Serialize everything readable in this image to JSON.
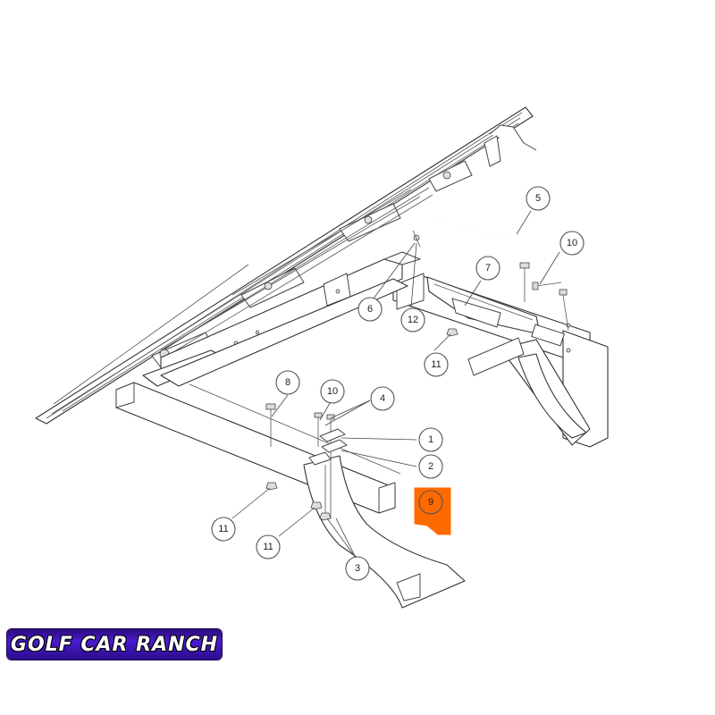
{
  "diagram": {
    "highlight_color": "#ff6a00",
    "callouts": {
      "c1": "1",
      "c2": "2",
      "c3": "3",
      "c4": "4",
      "c5": "5",
      "c6": "6",
      "c7": "7",
      "c8": "8",
      "c9": "9",
      "c10a": "10",
      "c10b": "10",
      "c11a": "11",
      "c11b": "11",
      "c11c": "11",
      "c12": "12"
    }
  },
  "logo": {
    "text": "GOLF CAR RANCH",
    "colors": [
      "#2a0a7a",
      "#4b1bd0",
      "#ffffff"
    ]
  }
}
